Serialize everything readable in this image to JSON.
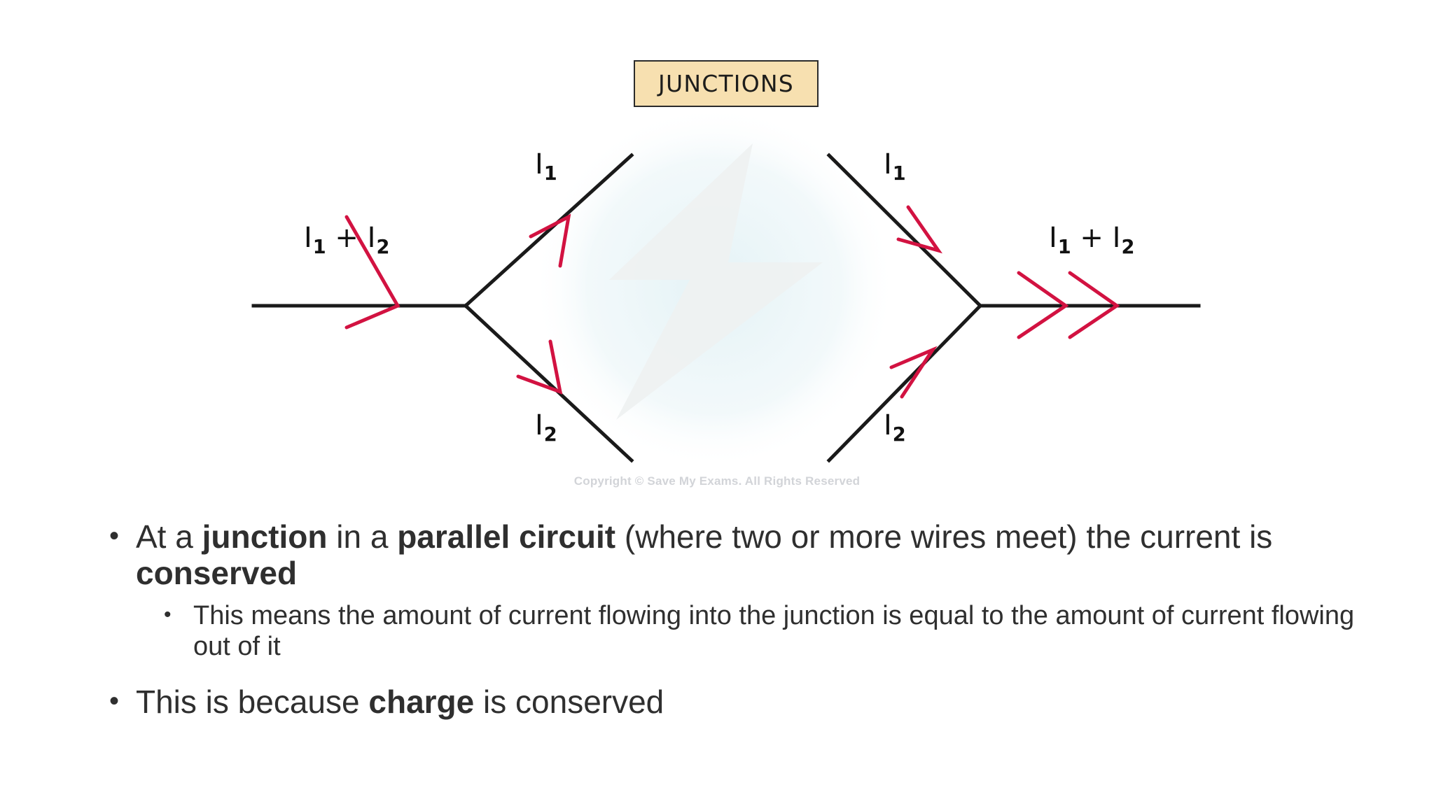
{
  "slide": {
    "title_plaque": "JUNCTIONS",
    "copyright": "Copyright © Save My Exams. All Rights Reserved"
  },
  "diagram": {
    "name": "parallel-circuit-junction-diagram",
    "watermark": "lightning-bolt-logo-watermark",
    "wire_color": "#1a1a1a",
    "arrow_color": "#d21241",
    "labels": {
      "input_sum": {
        "symbol": "I",
        "sub1": "1",
        "operator": " + ",
        "symbol2": "I",
        "sub2": "2",
        "text": "I1 + I2"
      },
      "output_sum": {
        "symbol": "I",
        "sub1": "1",
        "operator": " + ",
        "symbol2": "I",
        "sub2": "2",
        "text": "I1 + I2"
      },
      "i1_left": {
        "symbol": "I",
        "sub": "1"
      },
      "i2_left": {
        "symbol": "I",
        "sub": "2"
      },
      "i1_right": {
        "symbol": "I",
        "sub": "1"
      },
      "i2_right": {
        "symbol": "I",
        "sub": "2"
      }
    },
    "arrows": [
      {
        "name": "input-arrow",
        "direction": "right",
        "count": 1
      },
      {
        "name": "upper-left-branch-arrow",
        "direction": "up-right",
        "count": 1
      },
      {
        "name": "lower-left-branch-arrow",
        "direction": "down-right",
        "count": 1
      },
      {
        "name": "upper-right-branch-arrow",
        "direction": "down-right",
        "count": 1
      },
      {
        "name": "lower-right-branch-arrow",
        "direction": "up-right",
        "count": 1
      },
      {
        "name": "output-arrow",
        "direction": "right",
        "count": 2
      }
    ]
  },
  "content": {
    "bullets": [
      {
        "level": 1,
        "marker": "•",
        "parts": [
          {
            "text": "At a ",
            "bold": false
          },
          {
            "text": "junction",
            "bold": true
          },
          {
            "text": " in a ",
            "bold": false
          },
          {
            "text": "parallel circuit",
            "bold": true
          },
          {
            "text": " (where two or more wires meet) the current is ",
            "bold": false
          },
          {
            "text": "conserved",
            "bold": true
          }
        ]
      },
      {
        "level": 2,
        "marker": "•",
        "parts": [
          {
            "text": "This means the amount of current flowing into the junction is equal to the amount of current flowing out of it",
            "bold": false
          }
        ]
      },
      {
        "level": 1,
        "marker": "•",
        "parts": [
          {
            "text": "This is because ",
            "bold": false
          },
          {
            "text": "charge",
            "bold": true
          },
          {
            "text": " is conserved",
            "bold": false
          }
        ]
      }
    ]
  }
}
